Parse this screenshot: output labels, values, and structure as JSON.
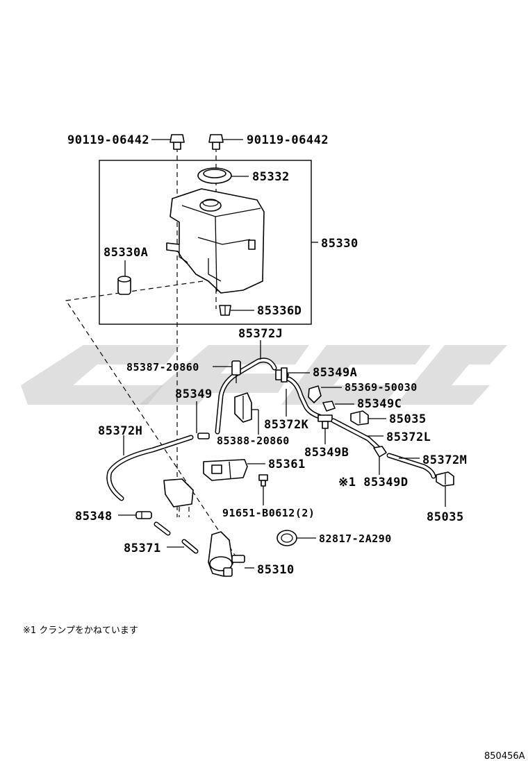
{
  "labels": {
    "bolt_left": "90119-06442",
    "bolt_right": "90119-06442",
    "cap": "85332",
    "tank_assy": "85330",
    "grommet_a": "85330A",
    "plug_d": "85336D",
    "hose_j": "85372J",
    "clamp_87": "85387-20860",
    "joint_a": "85349A",
    "clip_69": "85369-50030",
    "joint_c": "85349C",
    "joint_plain": "85349",
    "hose_k": "85372K",
    "clamp_035_top": "85035",
    "clamp_88": "85388-20860",
    "joint_b": "85349B",
    "hose_l": "85372L",
    "hose_h": "85372H",
    "bracket": "85361",
    "hose_m": "85372M",
    "joint_d": "※1 85349D",
    "clamp_035_bottom": "85035",
    "screw": "91651-B0612(2)",
    "joint_48": "85348",
    "grommet_82": "82817-2A290",
    "hose_71": "85371",
    "pump": "85310"
  },
  "footnote": "※1 クランプをかねています",
  "figure_id": "850456A",
  "colors": {
    "ink": "#000000",
    "watermark": "#c4c4c4"
  }
}
